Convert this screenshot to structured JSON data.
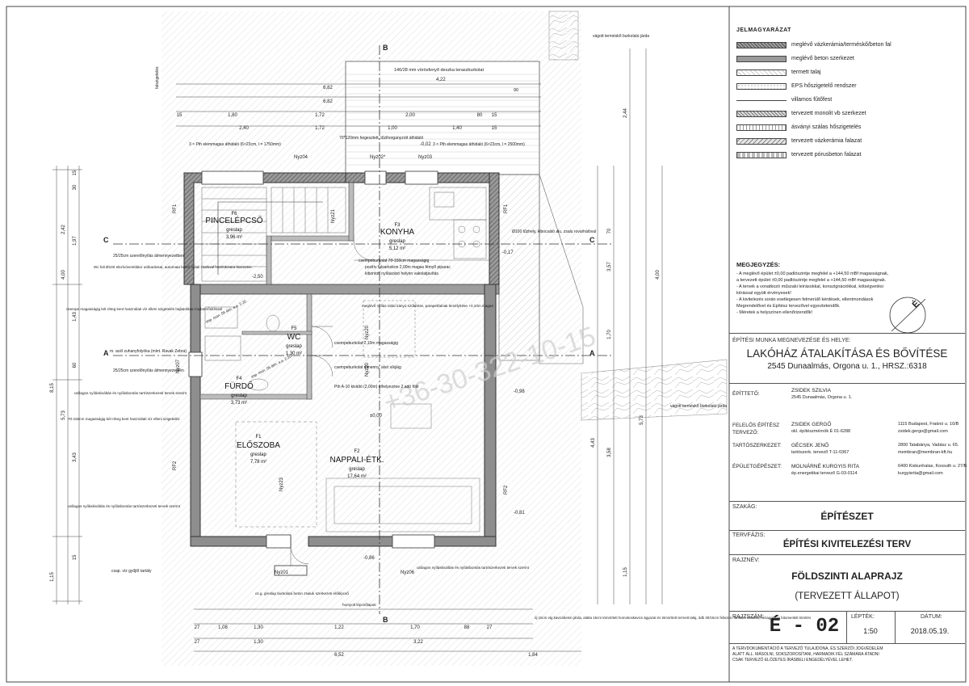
{
  "legend": {
    "title": "JELMAGYARÁZAT",
    "items": [
      {
        "label": "meglévő vázkerámia/terméskő/beton fal",
        "pattern": "hatch-dark"
      },
      {
        "label": "meglévő beton szerkezet",
        "pattern": "solid-gray"
      },
      {
        "label": "termett talaj",
        "pattern": "hatch-light"
      },
      {
        "label": "EPS hőszigetelő rendszer",
        "pattern": "dots"
      },
      {
        "label": "villamos fűtőfest",
        "pattern": "line"
      },
      {
        "label": "tervezett monolit vb szerkezet",
        "pattern": "hatch-cross"
      },
      {
        "label": "ásványi szálas hőszigetelés",
        "pattern": "wave"
      },
      {
        "label": "tervezett vázkerámia falazat",
        "pattern": "hatch-mid"
      },
      {
        "label": "tervezett pórusbeton falazat",
        "pattern": "dash"
      }
    ]
  },
  "notes": {
    "title": "MEGJEGYZÉS:",
    "lines": [
      "- A meglévő épület ±0,00 padlószintje megfelel a +144,50 mBf magasságnak,",
      "  a tervezett épület ±0,00 padlószintje megfelel a +144,50 mBf magasságnak.",
      "- A tervek a vonatkozó műszaki leírásokkal, konszignációkkal, kötségvetési",
      "  kiírással együtt érvényesek!",
      "- A kivitelezés során esetlegesen felmerülő kérdések, ellentmondások",
      "  Megrendelővel és Építész tervezővel egyeztetendők.",
      "- Méretek a helyszínen ellenőrizendők!"
    ]
  },
  "project": {
    "label": "ÉPÍTÉSI MUNKA MEGNEVEZÉSE ÉS HELYE:",
    "title": "LAKÓHÁZ ÁTALAKÍTÁSA ÉS BŐVÍTÉSE",
    "address": "2545 Dunaalmás, Orgona u. 1., HRSZ.:6318"
  },
  "people": [
    {
      "role": "ÉPÍTTETŐ:",
      "name": "ZSIDEK SZILVIA",
      "detail": "2545 Dunaalmás, Orgona u. 1.",
      "contact": "",
      "contact2": ""
    },
    {
      "role": "FELELŐS ÉPÍTÉSZ TERVEZŐ:",
      "name": "ZSIDEK GERGŐ",
      "detail": "okl. építészmérnök É 01-6288",
      "contact": "1115 Budapest, Fraknó u. 10/B",
      "contact2": "zsidek.gergo@gmail.com"
    },
    {
      "role": "TARTÓSZERKEZET:",
      "name": "GÉCSEK JENŐ",
      "detail": "tartószerk. tervező T-11-0367",
      "contact": "2800 Tatabánya, Vadász u. 65.",
      "contact2": "membran@membran-kft.hu"
    },
    {
      "role": "ÉPÜLETGÉPÉSZET:",
      "name": "MOLNÁRNÉ KURGYIS RITA",
      "detail": "ép.energetikai tervező G-03-0114",
      "contact": "6400 Kiskunhalas, Kossuth u. 27/B",
      "contact2": "kurgyisrita@gmail.com"
    }
  ],
  "szakag": {
    "label": "SZAKÁG:",
    "value": "ÉPÍTÉSZET"
  },
  "tervfazis": {
    "label": "TERVFÁZIS:",
    "value": "ÉPÍTÉSI KIVITELEZÉSI TERV"
  },
  "rajznev": {
    "label": "RAJZNÉV:",
    "value": "FÖLDSZINTI ALAPRAJZ",
    "sub": "(TERVEZETT ÁLLAPOT)"
  },
  "rajzszam": {
    "label": "RAJZSZÁM:",
    "value": "É - 02"
  },
  "lepték": {
    "label": "LÉPTÉK:",
    "value": "1:50"
  },
  "datum": {
    "label": "DÁTUM:",
    "value": "2018.05.19."
  },
  "copyright": [
    "A TERVDOKUMENTÁCIÓ A TERVEZŐ TULAJDONA, ÉS SZERZŐI JOGVÉDELEM",
    "ALATT ÁLL. MÁSOLNI, SOKSZOROSÍTANI, HARMADIK FÉL SZÁMÁRA ÁTADNI",
    "CSAK TERVEZŐ ELŐZETES ÍRÁSBELI ENGEDÉLYÉVEL LEHET."
  ],
  "watermark": "+36-30-322-10-15",
  "rooms": [
    {
      "code": "F6",
      "name": "PINCELÉPCSŐ",
      "floor": "greslap",
      "area": "3,96 m²"
    },
    {
      "code": "F3",
      "name": "KONYHA",
      "floor": "greslap",
      "area": "5,12 m²"
    },
    {
      "code": "F5",
      "name": "WC",
      "floor": "greslap",
      "area": "1,30 m²"
    },
    {
      "code": "F4",
      "name": "FÜRDŐ",
      "floor": "greslap",
      "area": "3,73 m²"
    },
    {
      "code": "F1",
      "name": "ELŐSZOBA",
      "floor": "greslap",
      "area": "7,78 m²"
    },
    {
      "code": "F2",
      "name": "NAPPALI-ÉTK.",
      "floor": "greslap",
      "area": "17,64 m²"
    }
  ],
  "plan_labels": {
    "north_b_top": "B",
    "north_b_bottom": "B",
    "section_c": "C",
    "section_a": "A",
    "compass": "É",
    "terrace": "146/28 mm vörösfenyő deszka teraszburkolat",
    "terrace_dim": "4,22",
    "terrace_dim2": "90",
    "stone_top": "vágott terméskő burkolatú járda",
    "stone_right": "vágott terméskő burkolatú járda",
    "facade": "falszigetelés",
    "lintel_left": "3 × Pth elemmagas áthidaló (6×23cm, l = 1750mm)",
    "lintel_mid": "70*120mm hegesztett, tűzihorganyzott áthidaló",
    "lintel_right": "3 × Pth elemmagas áthidaló (6×23cm, l = 2500mm)",
    "flue": "Ø100 tűzhely, kibocsátó alu. zsalu rovarhálóval",
    "level_017": "-0,17",
    "level_250": "-2,50",
    "level_098": "-0,98",
    "level_081": "-0,81",
    "level_000": "±0,00",
    "level_086": "-0,86",
    "level_002": "-0,02",
    "nyz04": "Nyz04",
    "nyz02": "Nyz02*",
    "nyz03": "Nyz03",
    "nyz21": "Nyz21",
    "nyz20a": "Nyz20",
    "nyz20b": "Nyz20",
    "nyz07": "Nyz07",
    "nyz23": "Nyz23",
    "nyz01": "Nyz01",
    "nyz06": "Nyz06",
    "rf1a": "RF1",
    "rf1b": "RF1",
    "rf2a": "RF2",
    "rf2b": "RF2",
    "note_csempe1": "csempeburkolat 70-150cm magasságig",
    "note_pozitiv": "pozitív falsarkokon 2,00m magas fémyő piparac",
    "note_kibontott": "kibontott nyílászáró helyén vakolatjavítás",
    "note_vent": "25/25cm szerelőnyílás álmennyezetben",
    "note_wcfal": "Wc fali Ø100 elszívóventilátor utókarással, automata belső oldali zsaluval homlokzatra kivezetve",
    "note_csempe2": "csempe magasságig két réteg kent használati víz elleni szigetelés hajlatokban hajlaterősítéssel",
    "note_zuhany": "m. acél zuhanyfolyóka (mint. Ravak Zebra)",
    "note_vent2": "25/25cm szerelőnyílás álmennyezetben",
    "note_utolagos": "utólagos nyíláskiváltás és nyílásbontás tartószerkezeti tervek szerint",
    "note_csempe3": "70-150cm magasságig két réteg kent használati víz elleni szigetelés",
    "note_meglevo": "meglévő nyílás oldal irányú szűkítése, parapetfalnak lemélyítése +0,10m magas",
    "note_csempe4": "csempeburkolat 2,10m magasságig",
    "note_csempe5": "csempeburkolat álmenny. alsó síkjáig",
    "note_pth": "Pth A-10 kiváltó (2,00m) elhelyezése 2 adó fölé",
    "note_utolagos2": "utólagos nyíláskiváltás és nyílásbontás tartószerkezeti tervek szerint",
    "note_utolagos3": "utólagos nyíláskiváltás és nyílásbontás tartószerkezeti tervek szerint",
    "note_csapadek": "csap. víz gyűjtő tartály",
    "note_greslap": "cs.g. greslap burkolatú beton zsaluk szerkezeti előlépcső",
    "note_homok": "homyolt lépcsőlapok",
    "note_jarda": "új 15cm vtg kavicsbeton járda, alatta 15cm tömörített homokoskavics ágyazat és tömörített termett talaj, 3db 30/15cm feliszén, fanikkel induliva, hézagokban bitumenkitt tömítés",
    "note_imp1": "imp. mon. 06 álm. a.a. 2,20",
    "note_imp2": "imp. mon. 06 álm. a.a. 2,20",
    "dims_top": [
      "6,82",
      "6,82",
      "1,80",
      "1,72",
      "2,00",
      "80",
      "15",
      "15",
      "2,40",
      "1,72",
      "1,00",
      "1,40",
      "15"
    ],
    "dims_left": [
      "8,15",
      "5,73",
      "3,43",
      "1,15",
      "4,00",
      "2,42",
      "1,97",
      "1,43",
      "60",
      "15",
      "30",
      "15"
    ],
    "dims_bottom": [
      "6,52",
      "1,84",
      "1,30",
      "3,22",
      "1,30",
      "1,22",
      "1,70",
      "88",
      "27",
      "27",
      "1,08",
      "27"
    ],
    "dims_right": [
      "2,44",
      "3,57",
      "4,43",
      "5,73",
      "3,58",
      "1,15",
      "4,00",
      "1,70",
      "70"
    ]
  }
}
